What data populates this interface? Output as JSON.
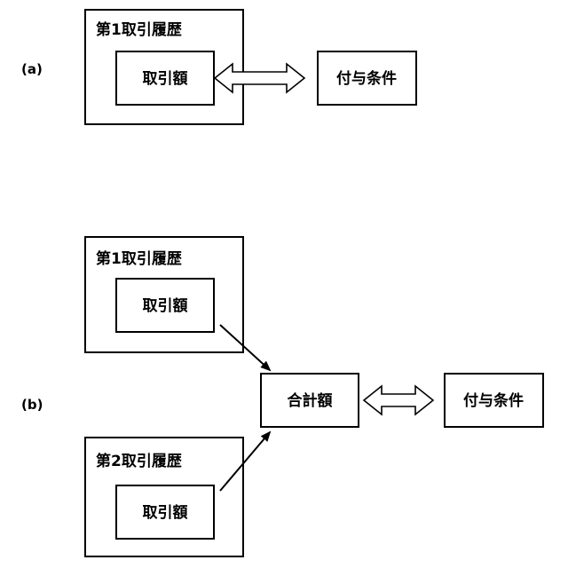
{
  "section_a": {
    "label": "(a)",
    "history_title": "第1取引履歴",
    "amount_label": "取引額",
    "condition_label": "付与条件"
  },
  "section_b": {
    "label": "(b)",
    "history1_title": "第1取引履歴",
    "history1_amount": "取引額",
    "history2_title": "第2取引履歴",
    "history2_amount": "取引額",
    "total_label": "合計額",
    "condition_label": "付与条件"
  }
}
